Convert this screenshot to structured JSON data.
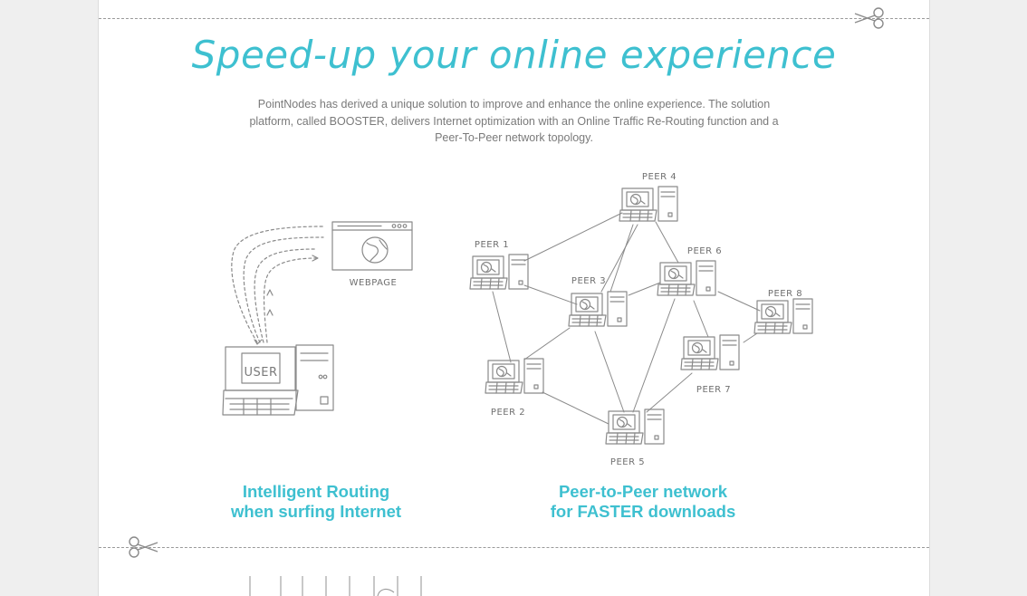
{
  "page": {
    "headline": "Speed-up your online experience",
    "intro": "PointNodes has derived a unique solution to improve and enhance the online experience. The solution platform, called BOOSTER, delivers Internet optimization with an Online Traffic Re-Routing function and a Peer-To-Peer network topology."
  },
  "routing": {
    "user_label": "USER",
    "webpage_label": "WEBPAGE",
    "caption_line1": "Intelligent Routing",
    "caption_line2": "when surfing Internet"
  },
  "p2p": {
    "peers": [
      "PEER 1",
      "PEER 2",
      "PEER 3",
      "PEER 4",
      "PEER 5",
      "PEER 6",
      "PEER 7",
      "PEER 8"
    ],
    "caption_line1": "Peer-to-Peer network",
    "caption_line2": "for FASTER downloads"
  },
  "colors": {
    "accent": "#3ec0d0",
    "body_text": "#7a7a7a",
    "sketch": "#8a8a8a"
  },
  "icons": [
    "scissors-icon",
    "globe-icon",
    "computer-icon",
    "browser-window-icon"
  ]
}
